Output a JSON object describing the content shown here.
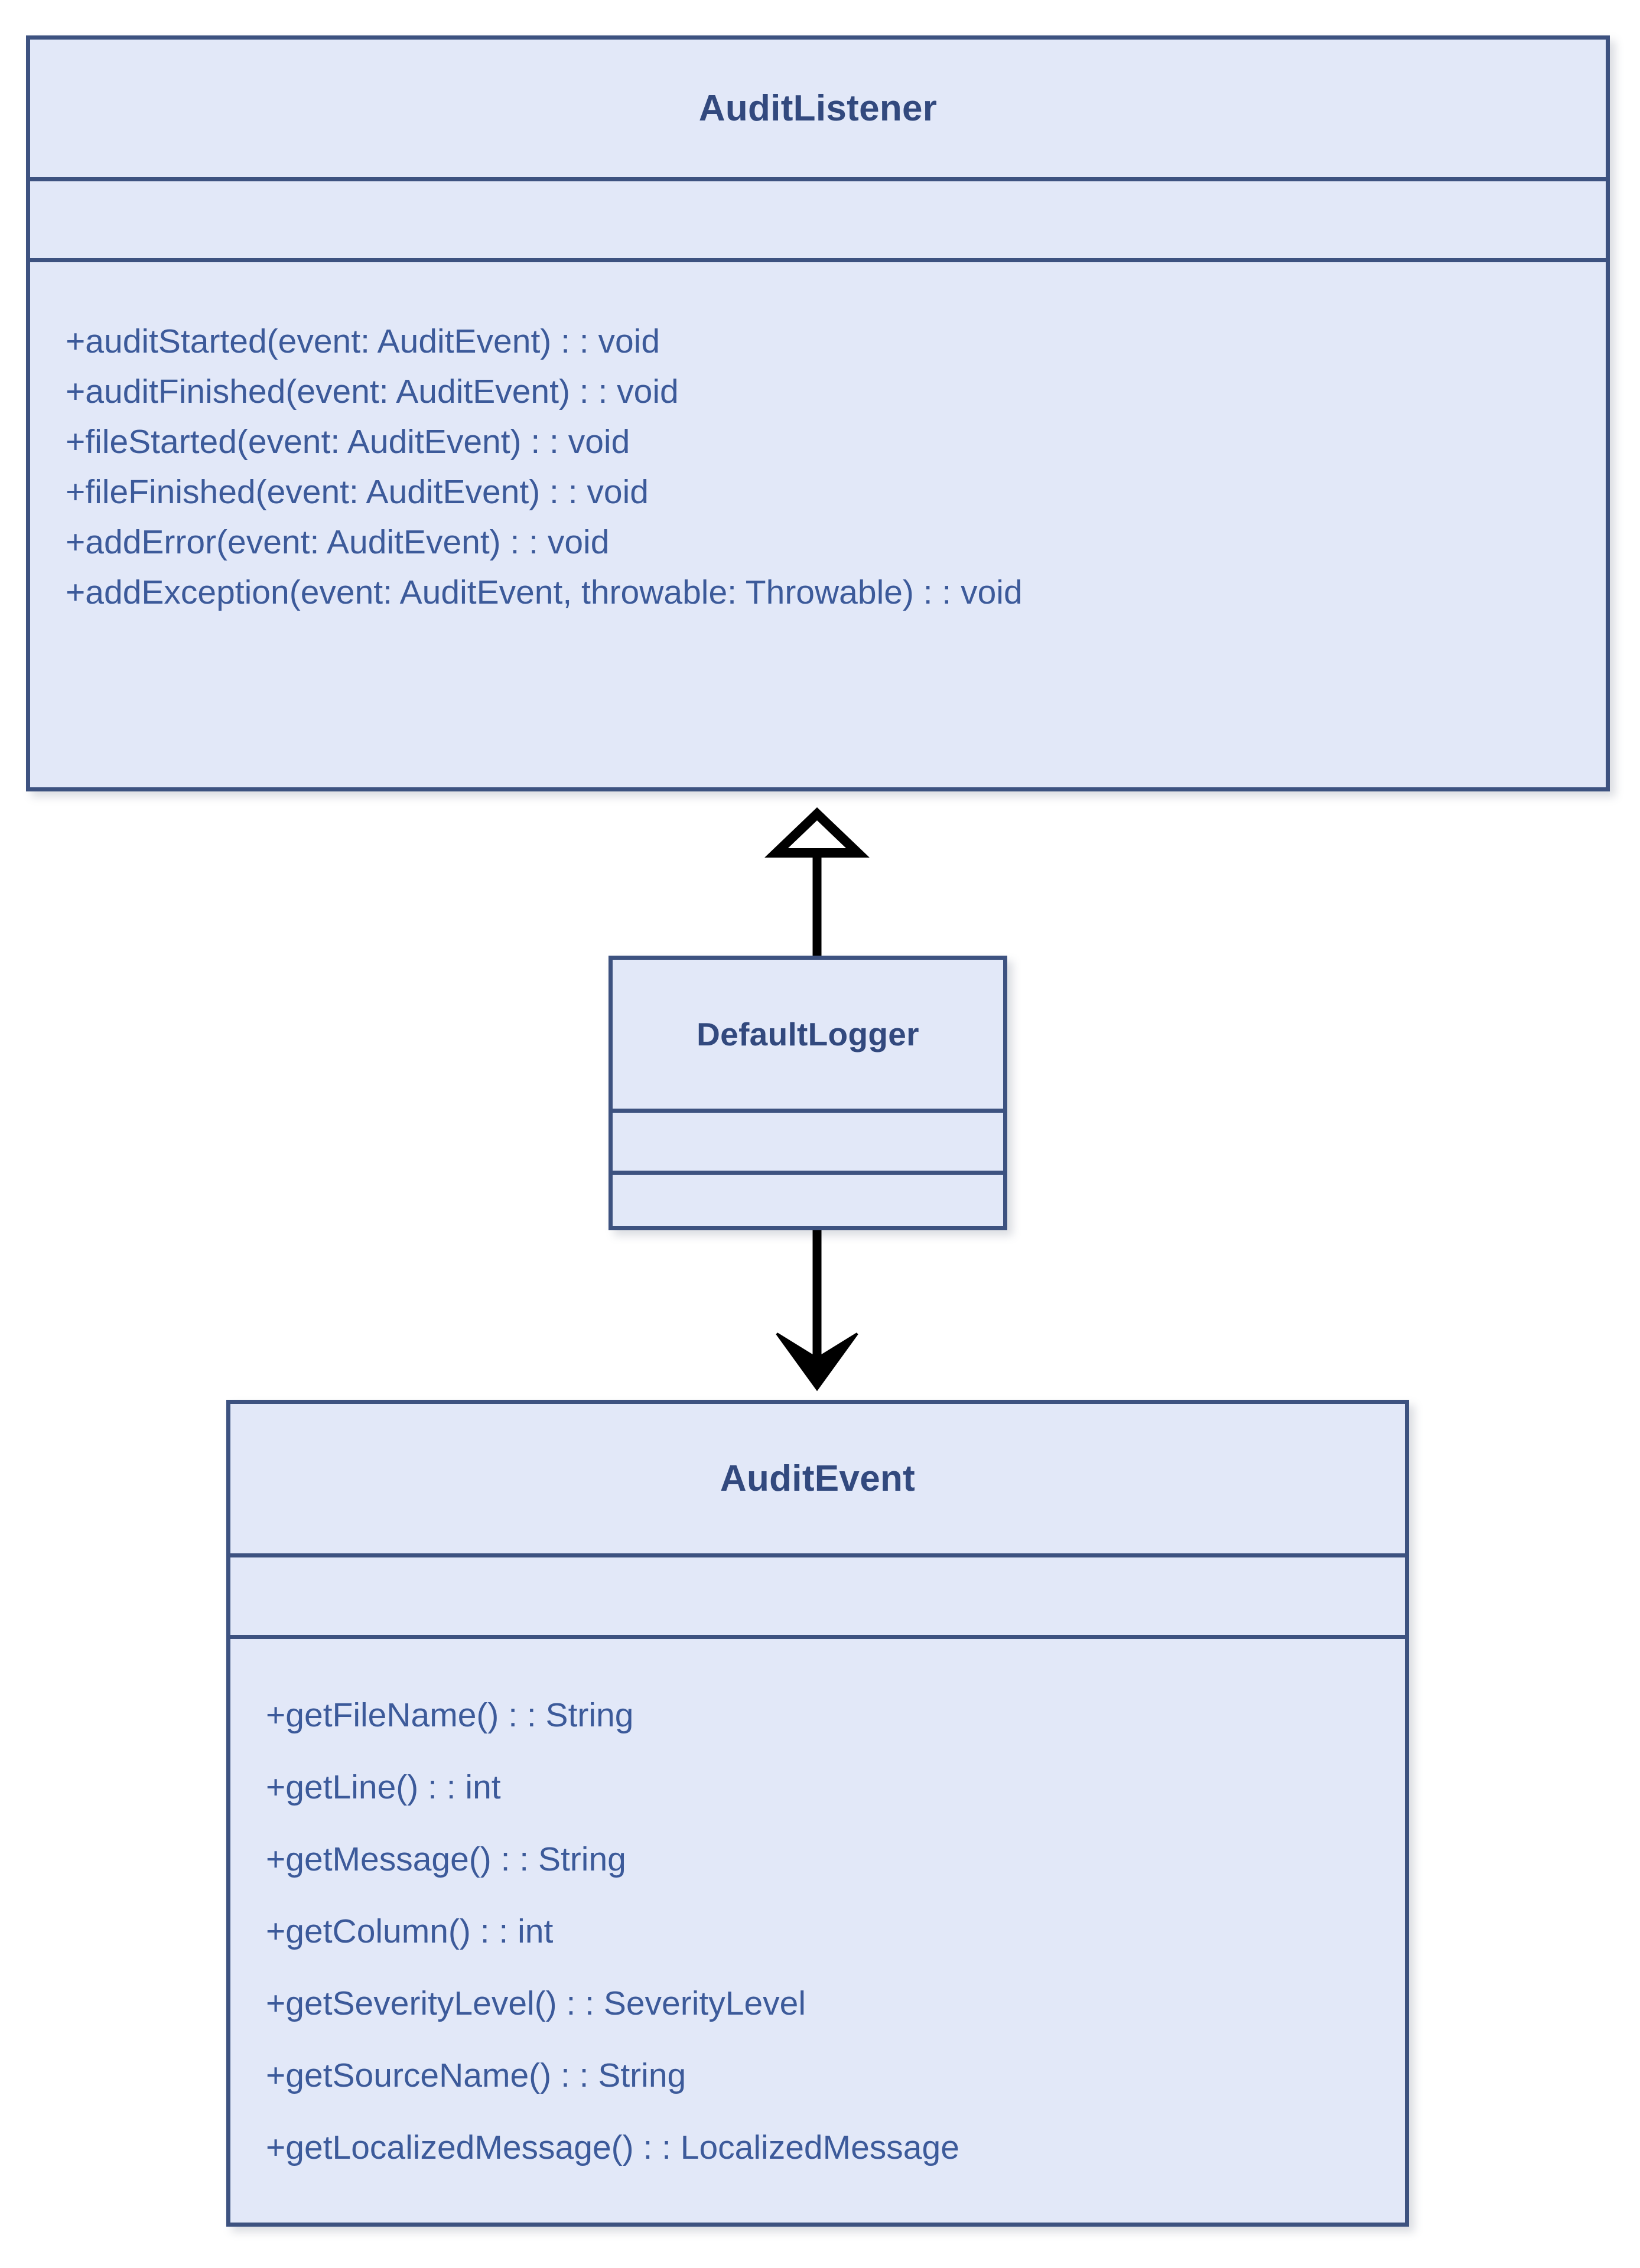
{
  "diagram": {
    "type": "uml-class-diagram",
    "colors": {
      "box_fill": "#e2e8f8",
      "box_border": "#3d5280",
      "title_text": "#32497e",
      "member_text": "#3c5a9a",
      "connector": "#000000",
      "background": "#ffffff"
    },
    "classes": [
      {
        "id": "audit-listener",
        "name": "AuditListener",
        "attributes": [],
        "methods": [
          "+auditStarted(event: AuditEvent) : : void",
          "+auditFinished(event: AuditEvent) : : void",
          "+fileStarted(event: AuditEvent) : : void",
          "+fileFinished(event: AuditEvent) : : void",
          "+addError(event: AuditEvent) : : void",
          "+addException(event: AuditEvent, throwable: Throwable) : : void"
        ]
      },
      {
        "id": "default-logger",
        "name": "DefaultLogger",
        "attributes": [],
        "methods": []
      },
      {
        "id": "audit-event",
        "name": "AuditEvent",
        "attributes": [],
        "methods": [
          "+getFileName() : : String",
          "+getLine() : : int",
          "+getMessage() : : String",
          "+getColumn() : : int",
          "+getSeverityLevel() : : SeverityLevel",
          "+getSourceName() : : String",
          "+getLocalizedMessage() : : LocalizedMessage"
        ]
      }
    ],
    "relationships": [
      {
        "id": "generalization-defaultlogger-auditlistener",
        "from": "DefaultLogger",
        "to": "AuditListener",
        "kind": "generalization",
        "arrowhead": "hollow-triangle",
        "direction": "up"
      },
      {
        "id": "association-defaultlogger-auditevent",
        "from": "DefaultLogger",
        "to": "AuditEvent",
        "kind": "association",
        "arrowhead": "open-arrow",
        "direction": "down"
      }
    ]
  }
}
